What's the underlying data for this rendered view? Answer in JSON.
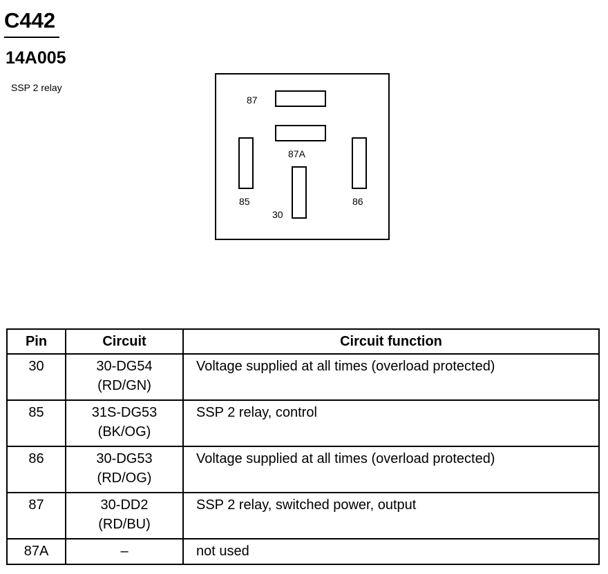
{
  "header": {
    "connector_id": "C442",
    "part_number": "14A005",
    "component_name": "SSP 2 relay"
  },
  "connector_face": {
    "pins": [
      {
        "id": "87",
        "label": "87"
      },
      {
        "id": "87a",
        "label": "87A"
      },
      {
        "id": "85",
        "label": "85"
      },
      {
        "id": "86",
        "label": "86"
      },
      {
        "id": "30",
        "label": "30"
      }
    ]
  },
  "table": {
    "headers": {
      "pin": "Pin",
      "circuit": "Circuit",
      "function": "Circuit function"
    },
    "rows": [
      {
        "pin": "30",
        "circuit": "30-DG54",
        "color": "(RD/GN)",
        "function": "Voltage supplied at all times (overload protected)"
      },
      {
        "pin": "85",
        "circuit": "31S-DG53",
        "color": "(BK/OG)",
        "function": "SSP 2 relay, control"
      },
      {
        "pin": "86",
        "circuit": "30-DG53",
        "color": "(RD/OG)",
        "function": "Voltage supplied at all times (overload protected)"
      },
      {
        "pin": "87",
        "circuit": "30-DD2",
        "color": "(RD/BU)",
        "function": "SSP 2 relay, switched power, output"
      },
      {
        "pin": "87A",
        "circuit": "–",
        "color": "",
        "function": "not used"
      }
    ]
  }
}
